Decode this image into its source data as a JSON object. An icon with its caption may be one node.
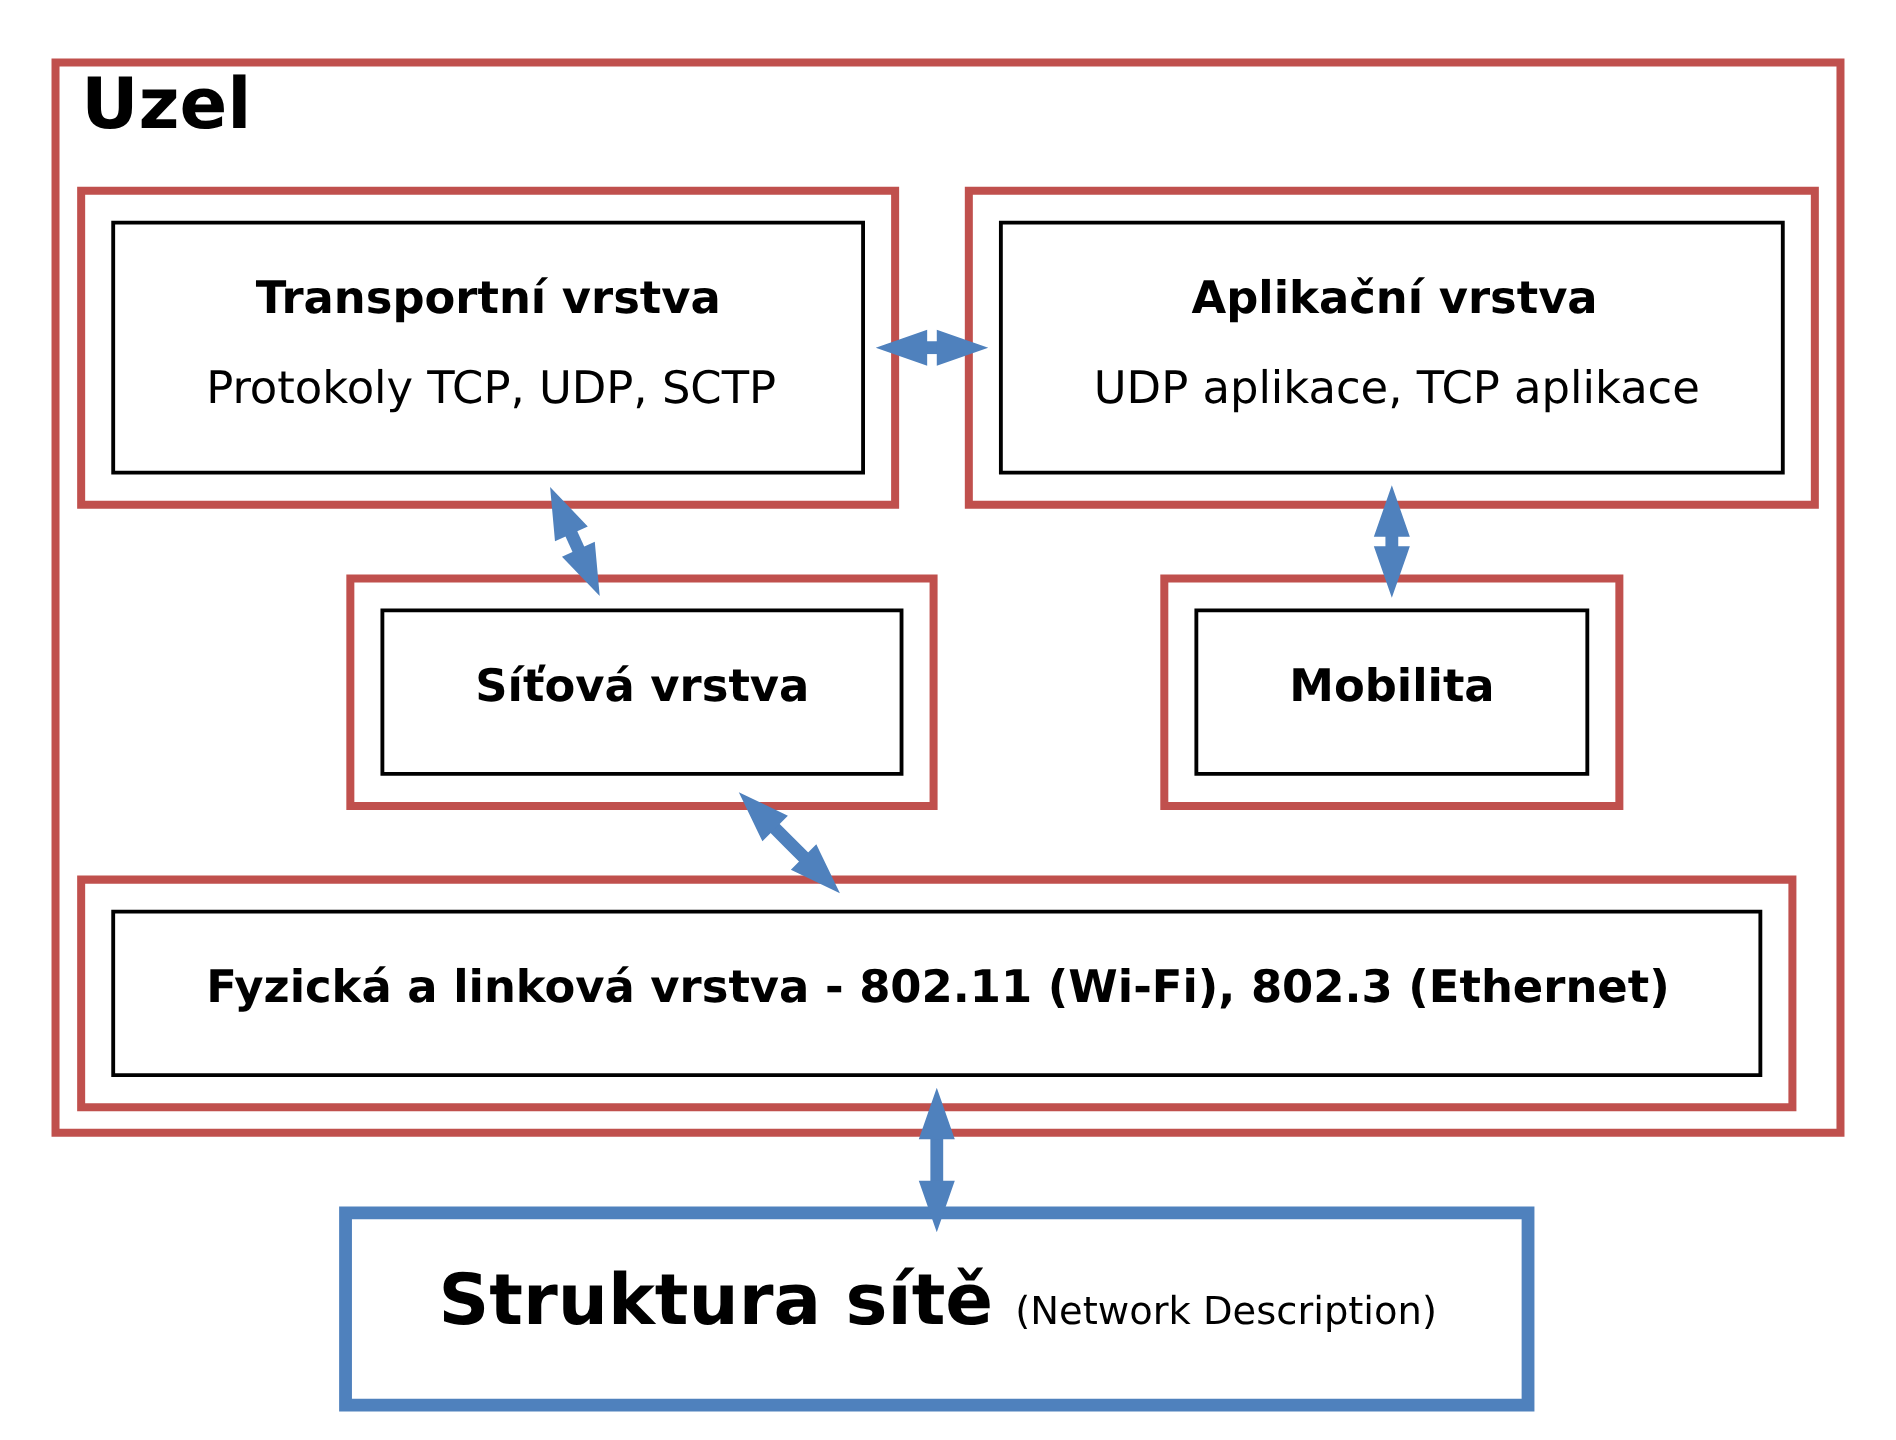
{
  "diagram": {
    "nodes": [
      {
        "text": [
          "Uzel"
        ]
      },
      {
        "text": [],
        "shape": "box",
        "in": 0
      },
      {
        "text": [
          "Aplikační vrstva",
          "UDP aplikace, TCP aplikace"
        ],
        "in": 1
      },
      {
        "text": [],
        "shape": "box",
        "in": 0
      },
      {
        "text": [
          "Transportní vrstva",
          "Protokoly TCP, UDP, SCTP"
        ],
        "in": 3
      },
      {
        "text": [],
        "shape": "box",
        "in": 0
      },
      {
        "text": [
          "Mobilita"
        ],
        "in": 5
      },
      {
        "text": [],
        "shape": "box",
        "in": 0
      },
      {
        "text": [
          "Síťová vrstva"
        ],
        "in": 7
      },
      {
        "text": [],
        "shape": "box",
        "in": 0
      },
      {
        "text": [
          "Fyzická a linková vrstva - 802.11 (Wi-Fi), 802.3 (Ethernet)"
        ],
        "in": 9
      },
      {
        "text": [
          "Struktura sítě",
          "(Network Description)"
        ]
      }
    ],
    "edges": [
      {
        "from": 1,
        "to": 3,
        "arrow": "both"
      },
      {
        "from": 1,
        "to": 5,
        "arrow": "both"
      },
      {
        "from": 3,
        "to": 7,
        "arrow": "both"
      },
      {
        "from": 7,
        "to": 9,
        "arrow": "both"
      },
      {
        "from": 9,
        "to": 11,
        "arrow": "both"
      }
    ]
  }
}
